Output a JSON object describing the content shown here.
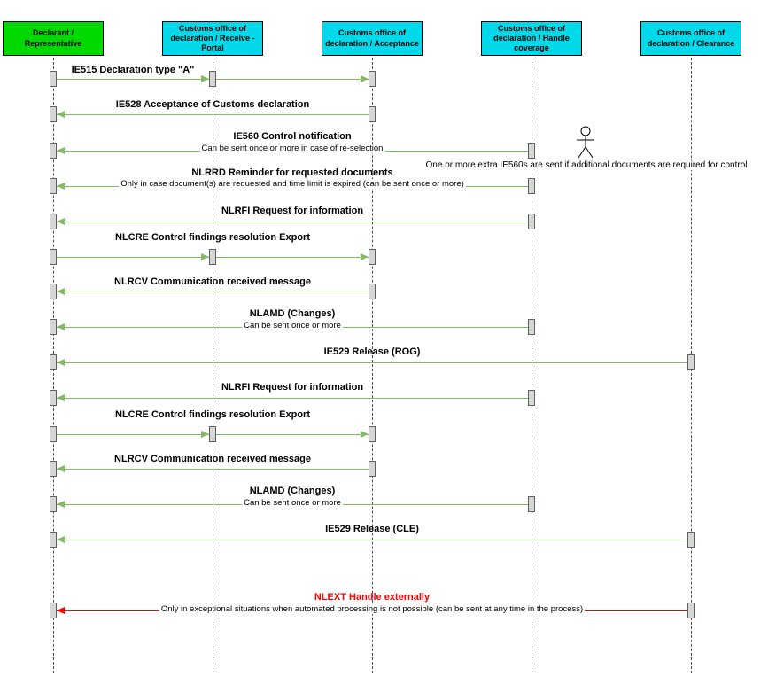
{
  "lifelines": [
    {
      "label": "Declarant / Representative",
      "header_color": "#00d900"
    },
    {
      "label": "Customs office of declaration / Receive - Portal",
      "header_color": "#00d9e9"
    },
    {
      "label": "Customs office of declaration / Acceptance",
      "header_color": "#00d9e9"
    },
    {
      "label": "Customs office of declaration / Handle coverage",
      "header_color": "#00d9e9"
    },
    {
      "label": "Customs office of declaration / Clearance",
      "header_color": "#00d9e9"
    }
  ],
  "messages": [
    {
      "label": "IE515 Declaration type \"A\"",
      "from": 0,
      "via": 1,
      "to": 2,
      "direction": "right"
    },
    {
      "label": "IE528 Acceptance of Customs declaration",
      "from": 2,
      "to": 0,
      "direction": "left"
    },
    {
      "label": "IE560 Control notification",
      "note": "Can be sent once or more in case of re-selection",
      "from": 3,
      "to": 0,
      "direction": "left"
    },
    {
      "label": "NLRRD Reminder for requested documents",
      "note": "Only in case document(s) are requested and time limit is expired (can be sent once or more)",
      "from": 3,
      "to": 0,
      "direction": "left"
    },
    {
      "label": "NLRFI  Request for information",
      "from": 3,
      "to": 0,
      "direction": "left"
    },
    {
      "label": "NLCRE Control findings resolution Export",
      "from": 0,
      "via": 1,
      "to": 2,
      "direction": "right"
    },
    {
      "label": "NLRCV Communication received message",
      "from": 2,
      "to": 0,
      "direction": "left"
    },
    {
      "label": "NLAMD (Changes)",
      "note": "Can be sent once or more",
      "from": 3,
      "to": 0,
      "direction": "left"
    },
    {
      "label": "IE529 Release (ROG)",
      "from": 4,
      "to": 0,
      "direction": "left"
    },
    {
      "label": "NLRFI  Request for information",
      "from": 3,
      "to": 0,
      "direction": "left"
    },
    {
      "label": "NLCRE Control findings resolution Export",
      "from": 0,
      "via": 1,
      "to": 2,
      "direction": "right"
    },
    {
      "label": "NLRCV Communication received message",
      "from": 2,
      "to": 0,
      "direction": "left"
    },
    {
      "label": "NLAMD (Changes)",
      "note": "Can be sent once or more",
      "from": 3,
      "to": 0,
      "direction": "left"
    },
    {
      "label": "IE529 Release (CLE)",
      "from": 4,
      "to": 0,
      "direction": "left"
    },
    {
      "label": "NLEXT Handle externally",
      "note": "Only in exceptional situations when automated processing is not possible (can be sent at any time in the process)",
      "from": 4,
      "to": 0,
      "direction": "left",
      "color": "#ff0000"
    }
  ],
  "annotation": {
    "text": "One or more extra IE560s are sent if additional documents are required for control"
  },
  "colors": {
    "declarant_header": "#00d900",
    "customs_header": "#00d9e9",
    "message_arrow": "#85bb65",
    "exception_arrow": "#ff0000",
    "activation_fill": "#d6d6d6"
  }
}
